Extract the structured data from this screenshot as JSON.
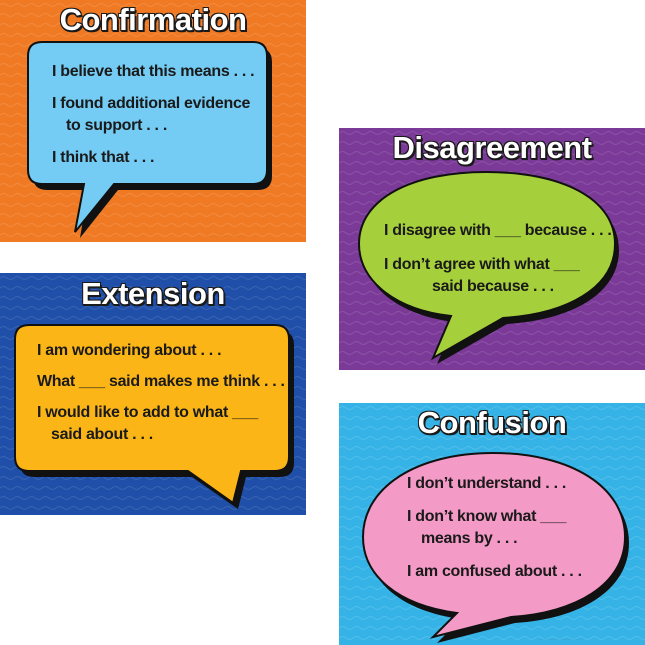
{
  "posters": {
    "confirmation": {
      "title": "Confirmation",
      "background": "#f07a24",
      "bubble_color": "#74ccf4",
      "phrases": [
        [
          "I believe that this means . . ."
        ],
        [
          "I found additional evidence",
          "to support . . ."
        ],
        [
          "I think that . . ."
        ]
      ]
    },
    "disagreement": {
      "title": "Disagreement",
      "background": "#7b3a98",
      "bubble_color": "#a6cf3c",
      "phrases": [
        [
          "I disagree with ___ because . . ."
        ],
        [
          "I don’t agree with what ___",
          "said because . . ."
        ]
      ]
    },
    "extension": {
      "title": "Extension",
      "background": "#1f4fa8",
      "bubble_color": "#fbb516",
      "phrases": [
        [
          "I am wondering about . . ."
        ],
        [
          "What ___ said makes me think . . ."
        ],
        [
          "I would like to add to what ___",
          "said about . . ."
        ]
      ]
    },
    "confusion": {
      "title": "Confusion",
      "background": "#35b3e6",
      "bubble_color": "#f49ac6",
      "phrases": [
        [
          "I don’t understand . . ."
        ],
        [
          "I don’t know what ___",
          "means by . . ."
        ],
        [
          "I am confused about . . ."
        ]
      ]
    }
  }
}
